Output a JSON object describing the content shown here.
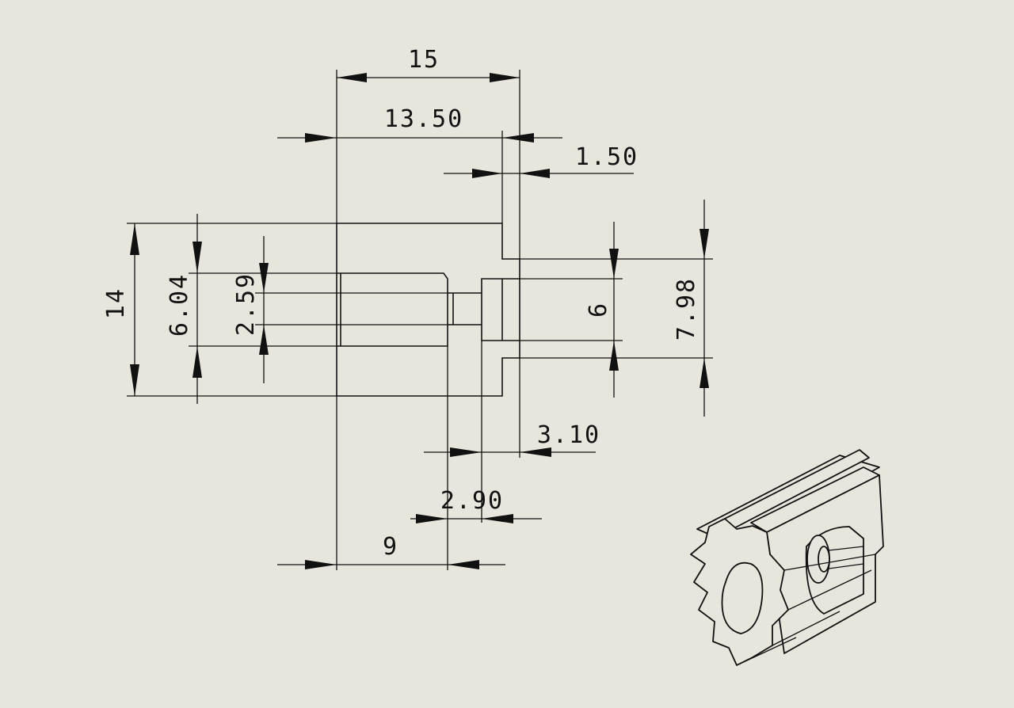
{
  "drawing": {
    "background_color": "#e8e6dc",
    "line_color": "#111111",
    "dimensions": {
      "overall_length": "15",
      "body_length": "13.50",
      "flange_thickness": "1.50",
      "outer_height": "14",
      "bore_diameter": "6.04",
      "hole_diameter": "2.59",
      "shoulder_diameter": "6",
      "flange_diameter": "7.98",
      "counterbore_depth": "3.10",
      "neck_length": "2.90",
      "bore_depth": "9"
    },
    "isometric_view": {
      "icon": "gear-pinion-isometric-icon"
    }
  }
}
